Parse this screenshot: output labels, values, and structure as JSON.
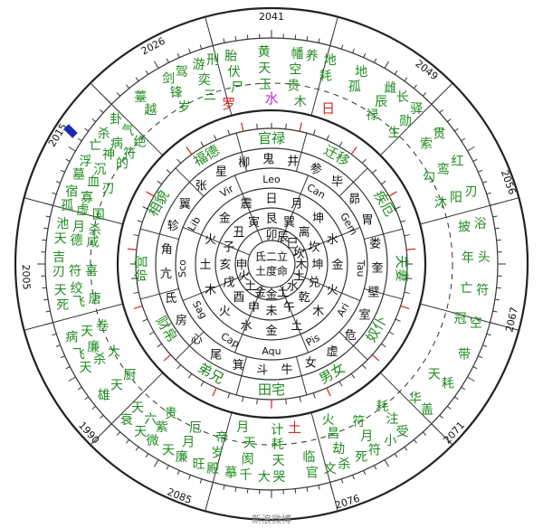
{
  "years": [
    "2041",
    "2049",
    "2056",
    "2067",
    "2071",
    "2076",
    "2085",
    "1990",
    "2005",
    "2015",
    "2026"
  ],
  "stars_outer": [
    [
      "黄",
      "天",
      "玉"
    ],
    [
      "幡",
      "空",
      "贵",
      "养"
    ],
    [
      "地",
      "耗"
    ],
    [
      "地",
      "孤"
    ],
    [
      "雌",
      "辰",
      "禄",
      "长"
    ],
    [
      "驿",
      "勋",
      "生"
    ],
    [
      "贯",
      "索"
    ],
    [
      "红",
      "鸾",
      "勾"
    ],
    [
      "刃",
      "阳",
      "沐"
    ],
    [
      "浴",
      "披"
    ],
    [
      "头",
      "年"
    ],
    [
      "符",
      "亡"
    ],
    [
      "空",
      "冠"
    ],
    [
      "带"
    ],
    [
      "耗",
      "天"
    ],
    [
      "盖",
      "华"
    ],
    [
      "受",
      "注",
      "耗",
      "小"
    ],
    [
      "符",
      "月",
      "符",
      "死"
    ],
    [
      "杀",
      "劫",
      "昌",
      "文"
    ],
    [
      "官",
      "临"
    ],
    [
      "哭",
      "天",
      "耗",
      "大"
    ],
    [
      "千",
      "阂",
      "天",
      "摹"
    ],
    [
      "殿",
      "岁",
      "帝",
      "旺"
    ],
    [
      "廉",
      "月",
      "厄",
      "天"
    ],
    [
      "微",
      "紫",
      "贵",
      "天",
      "六"
    ],
    [
      "衰",
      "天"
    ],
    [
      "雄",
      "天",
      "厨"
    ],
    [
      "天",
      "杀",
      "大",
      "飞",
      "廉"
    ],
    [
      "病",
      "天",
      "卷"
    ],
    [
      "死",
      "飞",
      "唐",
      "天",
      "绞"
    ],
    [
      "刃",
      "符",
      "喜",
      "吉"
    ],
    [
      "天",
      "德",
      "咸",
      "池",
      "月",
      "杀"
    ],
    [
      "孤",
      "虚",
      "国",
      "宿",
      "寡"
    ],
    [
      "墓",
      "血",
      "刃",
      "浮",
      "沉"
    ],
    [
      "亡",
      "神",
      "的",
      "杀",
      "病",
      "符"
    ],
    [
      "卦",
      "气",
      "绝"
    ],
    [
      "薹",
      "越"
    ],
    [
      "剑",
      "锋",
      "岁",
      "驾"
    ],
    [
      "游",
      "奕",
      "三",
      "刑"
    ],
    [
      "胎",
      "伏",
      "尸"
    ]
  ],
  "ring_planets": [
    "罗",
    "水",
    "木",
    "日",
    "火",
    "计",
    "月",
    "土"
  ],
  "palaces": [
    "官禄",
    "迁移",
    "疾厄",
    "夫妻",
    "奴仆",
    "男女",
    "田宅",
    "弟兄",
    "财帛",
    "命宫",
    "相貌",
    "福德"
  ],
  "stars_inner": [
    "柳",
    "鬼",
    "井",
    "参",
    "毕",
    "昴",
    "胃",
    "娄",
    "奎",
    "壁",
    "室",
    "危",
    "虚",
    "女",
    "牛",
    "斗",
    "箕",
    "尾",
    "心",
    "房",
    "氐",
    "亢",
    "角",
    "轸",
    "翼",
    "张",
    "星"
  ],
  "signs": [
    "Leo",
    "Can",
    "Gem",
    "Tau",
    "Ari",
    "Pis",
    "Aqu",
    "Cap",
    "Sag",
    "Sco",
    "Lib",
    "Vir"
  ],
  "inner_cells": [
    "日",
    "月",
    "坤",
    "水",
    "金",
    "火",
    "木",
    "土",
    "金",
    "水",
    "火",
    "木",
    "土",
    "火",
    "金",
    "震",
    "艮",
    "巽",
    "离",
    "坎",
    "坤",
    "兑",
    "乾",
    "午",
    "未",
    "申",
    "酉",
    "戌",
    "亥",
    "子",
    "丑",
    "寅",
    "卯",
    "辰",
    "巳",
    "坎",
    "木",
    "土",
    "水",
    "土",
    "金",
    "金",
    "土",
    "火",
    "申"
  ],
  "center": [
    "氐二立",
    "土度命"
  ],
  "watermark": "新浪微博"
}
